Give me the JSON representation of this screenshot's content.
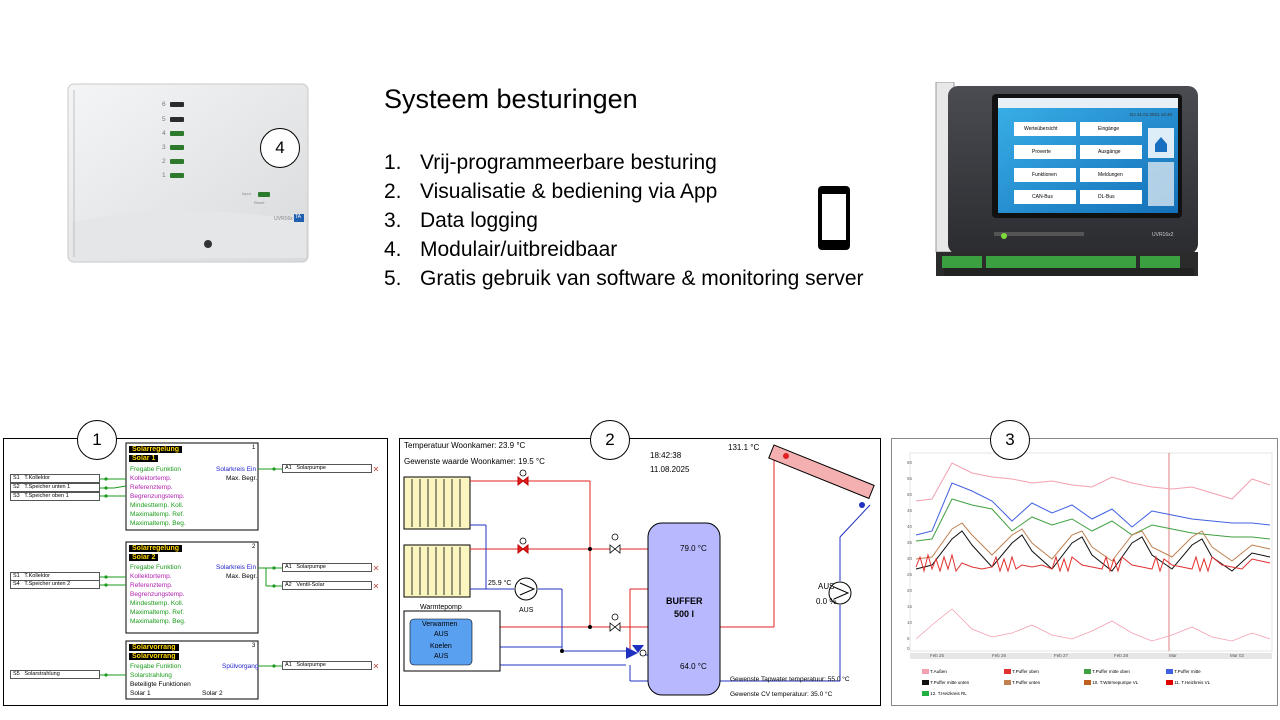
{
  "slide": {
    "title": "Systeem besturingen",
    "items": [
      {
        "num": "1.",
        "text": "Vrij-programmeerbare besturing"
      },
      {
        "num": "2.",
        "text": "Visualisatie & bediening via App"
      },
      {
        "num": "3.",
        "text": "Data logging"
      },
      {
        "num": "4.",
        "text": "Modulair/uitbreidbaar"
      },
      {
        "num": "5.",
        "text": "Gratis gebruik van software & monitoring server"
      }
    ],
    "badges": {
      "b1": "1",
      "b2": "2",
      "b3": "3",
      "b4": "4"
    },
    "icons": {
      "phone": "smartphone-icon"
    }
  },
  "device_left": {
    "leds": [
      "6",
      "5",
      "4",
      "3",
      "2",
      "1"
    ],
    "label": "UVR16x",
    "brand": "TA",
    "small1": "Input",
    "small2": "Reset"
  },
  "device_right": {
    "label": "UVR16x2",
    "date": "Do 21.01.2021  14:45",
    "menu": [
      "Werteübersicht",
      "Eingänge",
      "Proverte",
      "Ausgänge",
      "Funktionen",
      "Meldungen",
      "CAN-Bus",
      "DL-Bus"
    ]
  },
  "panel1": {
    "blocks": [
      {
        "num": "1",
        "title1": "Solarregelung",
        "title2": "Solar 1",
        "lines": [
          "Fregabe Funktion",
          "Kollektortemp.",
          "Referenztemp.",
          "Begrenzungstemp.",
          "Mindesttemp. Koll.",
          "Maximaltemp. Ref.",
          "Maximaltemp. Beg."
        ],
        "out1": "Solarkreis Ein",
        "out2": "Max. Begr.",
        "inputs": [
          [
            "S1",
            "T.Kollektor"
          ],
          [
            "S2",
            "T.Speicher unten 1"
          ],
          [
            "S3",
            "T.Speicher oben 1"
          ]
        ],
        "outputs": [
          [
            "A1",
            "Solarpumpe"
          ]
        ]
      },
      {
        "num": "2",
        "title1": "Solarregelung",
        "title2": "Solar 2",
        "lines": [
          "Fregabe Funktion",
          "Kollektortemp.",
          "Referenztemp.",
          "Begrenzungstemp.",
          "Mindesttemp. Koll.",
          "Maximaltemp. Ref.",
          "Maximaltemp. Beg."
        ],
        "out1": "Solarkreis Ein",
        "out2": "Max. Begr.",
        "inputs": [
          [
            "S1",
            "T.Kollektor"
          ],
          [
            "S4",
            "T.Speicher unten 2"
          ]
        ],
        "outputs": [
          [
            "A1",
            "Solarpumpe"
          ],
          [
            "A2",
            "Ventil-Solar"
          ]
        ]
      },
      {
        "num": "3",
        "title1": "Solarvorrang",
        "title2": "Solarvorrang",
        "lines": [
          "Fregabe Funktion",
          "Solarstrahlung",
          "Beteiligte Funktionen"
        ],
        "bottom": [
          "Solar 1",
          "Solar 2"
        ],
        "out1": "Spülvorgang",
        "inputs": [
          [
            "S5",
            "Solarstrahlung"
          ]
        ],
        "outputs": [
          [
            "A1",
            "Solarpumpe"
          ]
        ]
      }
    ]
  },
  "panel2": {
    "temp_room": "Temperatuur Woonkamer: 23.9 °C",
    "temp_wanted": "Gewenste waarde Woonkamer: 19.5 °C",
    "time": "18:42:38",
    "date": "11.08.2025",
    "collector_temp": "131.1 °C",
    "buffer_top": "79.0 °C",
    "buffer_label1": "BUFFER",
    "buffer_label2": "500 l",
    "buffer_bottom": "64.0 °C",
    "pump_left_temp": "25.9 °C",
    "pump_left_state": "AUS",
    "pump_right_state": "AUS",
    "pump_right_pct": "0.0 %",
    "heatpump_title": "Warmtepomp",
    "heatpump_lines": [
      "Verwarmen",
      "AUS",
      "Koelen",
      "AUS"
    ],
    "tap_temp": "Gewenste Tapwater temperatuur: 55.0 °C",
    "cv_temp": "Gewenste CV temperatuur: 35.0 °C",
    "colors": {
      "hot": "#e02020",
      "cold": "#2030c0",
      "buffer": "#b8b8ff",
      "radiator": "#fbf5c0",
      "heatpump": "#5aa0f0"
    }
  },
  "panel3": {
    "yticks": [
      "60",
      "55",
      "50",
      "45",
      "40",
      "35",
      "30",
      "25",
      "20",
      "15",
      "10",
      "5",
      "0"
    ],
    "xticks": [
      "Feb 25",
      "Feb 26",
      "Feb 27",
      "Feb 28",
      "Mar",
      "Mar 02"
    ],
    "legend": [
      {
        "name": "T.Außen",
        "color": "#f4a0b0"
      },
      {
        "name": "T.Puffer oben",
        "color": "#e03030"
      },
      {
        "name": "T.Puffer mitte oben",
        "color": "#40a040"
      },
      {
        "name": "T.Puffer mitte",
        "color": "#4060e0"
      },
      {
        "name": "T.Puffer mitte unten",
        "color": "#101010"
      },
      {
        "name": "T.Puffer unten",
        "color": "#c08050"
      },
      {
        "name": "10. T.Wärmepumpe VL",
        "color": "#c06020"
      },
      {
        "name": "11. T.Heizkreis VL",
        "color": "#e00000"
      },
      {
        "name": "12. T.Heizkreis RL",
        "color": "#20b040"
      }
    ]
  }
}
